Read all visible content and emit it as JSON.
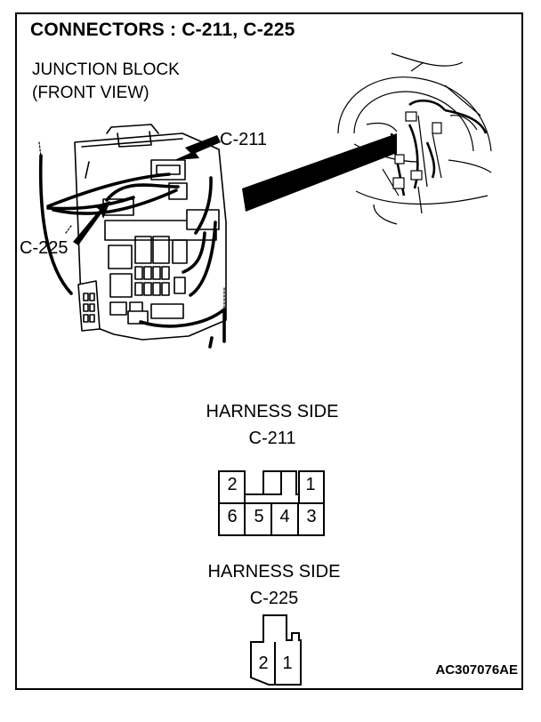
{
  "title": "CONNECTORS : C-211, C-225",
  "view_label": {
    "line1": "JUNCTION BLOCK",
    "line2": "(FRONT VIEW)"
  },
  "callouts": {
    "c211": "C-211",
    "c225": "C-225"
  },
  "harness_c211": {
    "side_label": "HARNESS SIDE",
    "connector_label": "C-211",
    "top_pins": [
      "2",
      "1"
    ],
    "bottom_pins": [
      "6",
      "5",
      "4",
      "3"
    ]
  },
  "harness_c225": {
    "side_label": "HARNESS SIDE",
    "connector_label": "C-225",
    "pins": [
      "2",
      "1"
    ]
  },
  "document_id": "AC307076AE"
}
